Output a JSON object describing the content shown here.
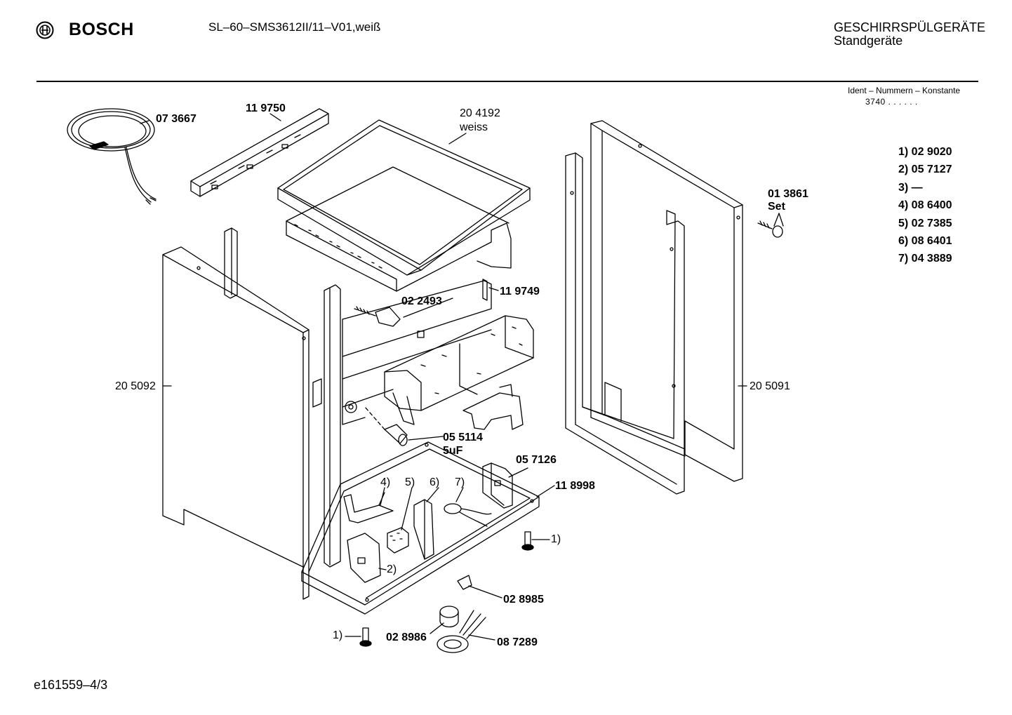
{
  "header": {
    "brand": "BOSCH",
    "model": "SL–60–SMS3612II/11–V01,weiß",
    "category_line1": "GESCHIRRSPÜLGERÄTE",
    "category_line2": "Standgeräte",
    "ident_title": "Ident – Nummern – Konstante",
    "ident_value": "3740 . . . . . ."
  },
  "legend": [
    "1)  02 9020",
    "2)  05 7127",
    "3)    —",
    "4)  08 6400",
    "5)  02 7385",
    "6)  08 6401",
    "7)  04 3889"
  ],
  "parts": {
    "cable": "07 3667",
    "rail": "11 9750",
    "top_number": "20 4192",
    "top_color": "weiss",
    "screw_set_number": "01 3861",
    "screw_set_label": "Set",
    "clip": "02 2493",
    "bracket": "11 9749",
    "left_panel": "20 5092",
    "right_panel": "20 5091",
    "capacitor": "05 5114",
    "capacitor_value": "5uF",
    "base_bracket": "05 7126",
    "base": "11 8998",
    "callout_4": "4)",
    "callout_5": "5)",
    "callout_6": "6)",
    "callout_7": "7)",
    "callout_1_right": "1)",
    "callout_2": "2)",
    "switch": "02 8985",
    "float": "02 8986",
    "level_switch": "08 7289",
    "callout_1_bottom": "1)"
  },
  "footer": {
    "code": "e161559–4/3"
  }
}
